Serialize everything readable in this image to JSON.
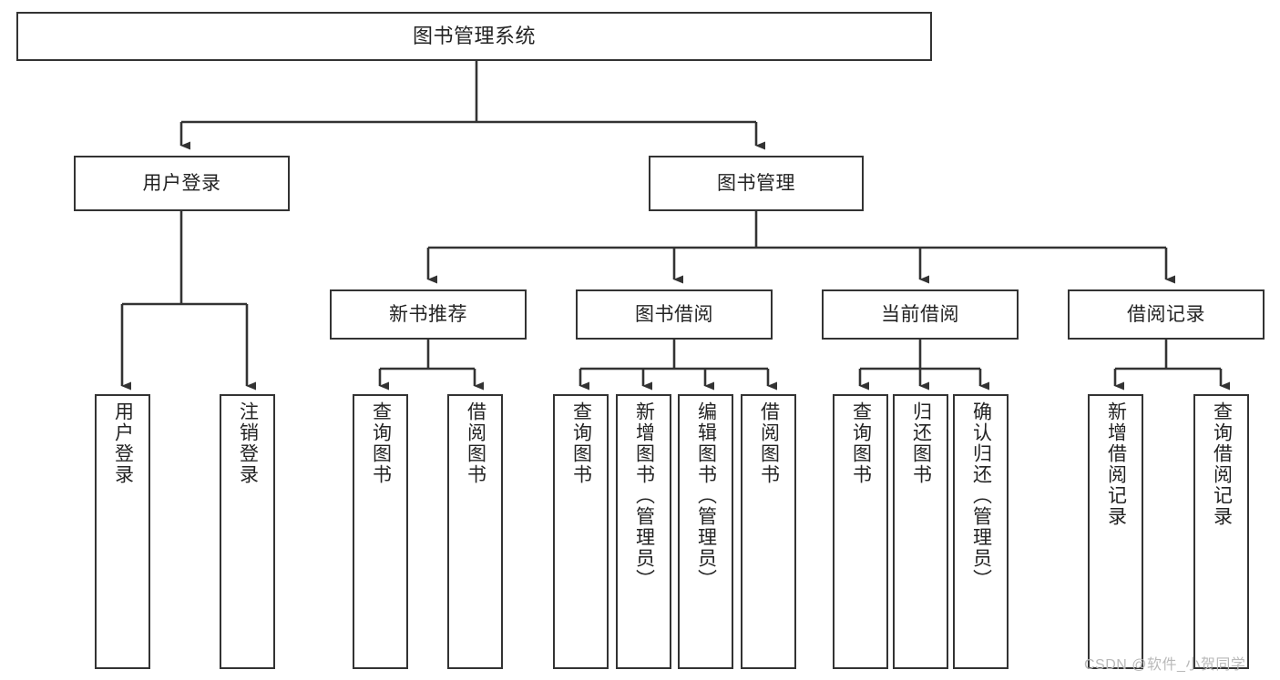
{
  "diagram": {
    "title": "图书管理系统",
    "type": "tree-hierarchy-chart",
    "root": {
      "label": "图书管理系统"
    },
    "level2": [
      {
        "label": "用户登录"
      },
      {
        "label": "图书管理"
      }
    ],
    "level3": [
      {
        "label": "新书推荐"
      },
      {
        "label": "图书借阅"
      },
      {
        "label": "当前借阅"
      },
      {
        "label": "借阅记录"
      }
    ],
    "leaves": {
      "user_login": [
        {
          "label": "用户登录"
        },
        {
          "label": "注销登录"
        }
      ],
      "new_book_recommend": [
        {
          "label": "查询图书"
        },
        {
          "label": "借阅图书"
        }
      ],
      "book_borrow": [
        {
          "label": "查询图书"
        },
        {
          "label": "新增图书（管理员）"
        },
        {
          "label": "编辑图书（管理员）"
        },
        {
          "label": "借阅图书"
        }
      ],
      "current_borrow": [
        {
          "label": "查询图书"
        },
        {
          "label": "归还图书"
        },
        {
          "label": "确认归还（管理员）"
        }
      ],
      "borrow_record": [
        {
          "label": "新增借阅记录"
        },
        {
          "label": "查询借阅记录"
        }
      ]
    }
  },
  "watermark": {
    "text": "CSDN @软件_小贺同学"
  },
  "colors": {
    "stroke": "#333333",
    "text": "#232323",
    "background": "#ffffff",
    "watermark": "#b9b9b9"
  }
}
